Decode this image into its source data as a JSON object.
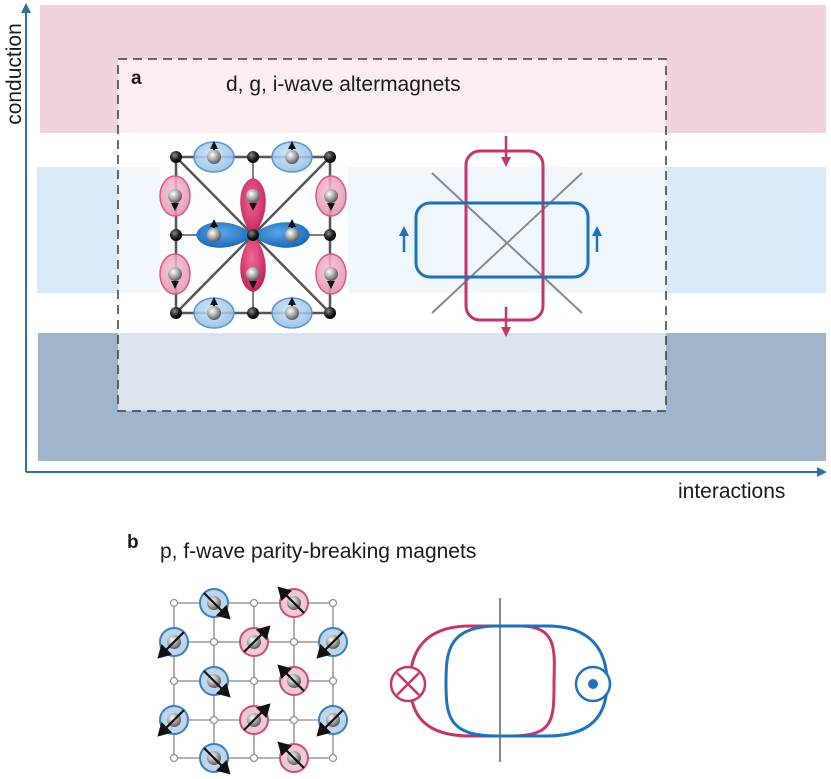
{
  "axes": {
    "x_label": "interactions",
    "y_label": "conduction",
    "color": "#2e6f9e"
  },
  "bands": {
    "top_color": "#f3d3db",
    "middle_color": "#d8eaf7",
    "bottom_color": "#9fb5cb"
  },
  "panel_a": {
    "letter": "a",
    "title": "d, g, i-wave altermagnets"
  },
  "panel_b": {
    "letter": "b",
    "title": "p, f-wave parity-breaking magnets"
  },
  "colors": {
    "magenta": "#c2366b",
    "blue": "#1f72b8",
    "grid": "#9a9a9a",
    "cross": "#888888",
    "dark_atom": "#1c1c1c"
  }
}
